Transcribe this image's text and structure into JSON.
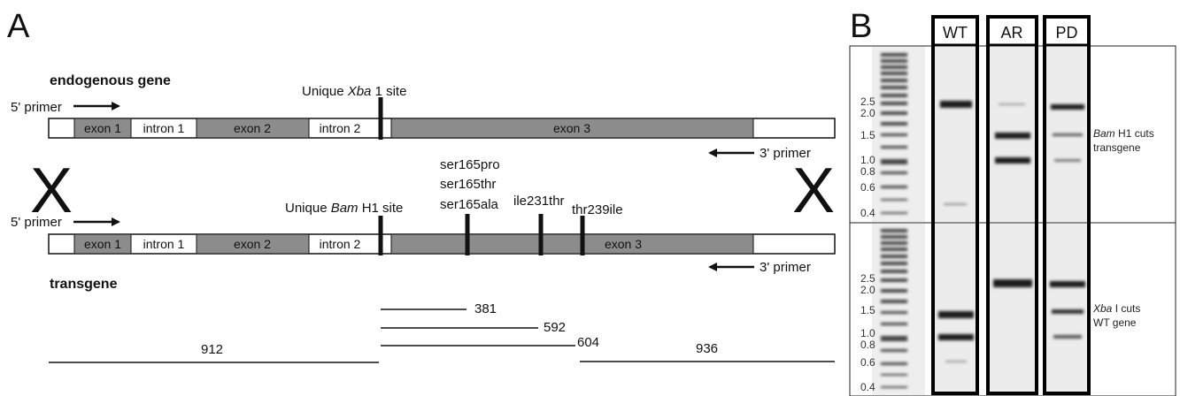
{
  "panel_a": {
    "letter": "A",
    "endogenous": {
      "title": "endogenous gene",
      "site_prefix": "Unique ",
      "site_enzyme": "Xba",
      "site_suffix": " 1 site",
      "exon1": "exon 1",
      "intron1": "intron 1",
      "exon2": "exon 2",
      "intron2": "intron 2",
      "exon3": "exon 3",
      "primer5": "5' primer",
      "primer3": "3' primer"
    },
    "cross_mark": "X",
    "transgene": {
      "title": "transgene",
      "site_prefix": "Unique ",
      "site_enzyme": "Bam",
      "site_suffix": " H1 site",
      "mutations": {
        "m1_line1": "ser165pro",
        "m1_line2": "ser165thr",
        "m1_line3": "ser165ala",
        "m2": "ile231thr",
        "m3": "thr239ile"
      },
      "exon1": "exon 1",
      "intron1": "intron 1",
      "exon2": "exon 2",
      "intron2": "intron 2",
      "exon3": "exon 3",
      "primer5": "5' primer",
      "primer3": "3' primer"
    },
    "fragments": [
      "381",
      "592",
      "604",
      "912",
      "936"
    ]
  },
  "panel_b": {
    "letter": "B",
    "lanes": [
      "WT",
      "AR",
      "PD"
    ],
    "ladder_top": [
      "2.5",
      "2.0",
      "1.5",
      "1.0",
      "0.8",
      "0.6",
      "0.4"
    ],
    "ladder_bottom": [
      "2.5",
      "2.0",
      "1.5",
      "1.0",
      "0.8",
      "0.6",
      "0.4"
    ],
    "top_note": {
      "enzyme": "Bam",
      "rest1": " H1 cuts",
      "line2": "transgene"
    },
    "bottom_note": {
      "enzyme": "Xba",
      "rest1": " I cuts",
      "line2": "WT gene"
    }
  },
  "colors": {
    "exon": "#8c8c8c",
    "outline": "#111111",
    "gel_bg": "#ececec",
    "band": "#1a1a1a"
  }
}
